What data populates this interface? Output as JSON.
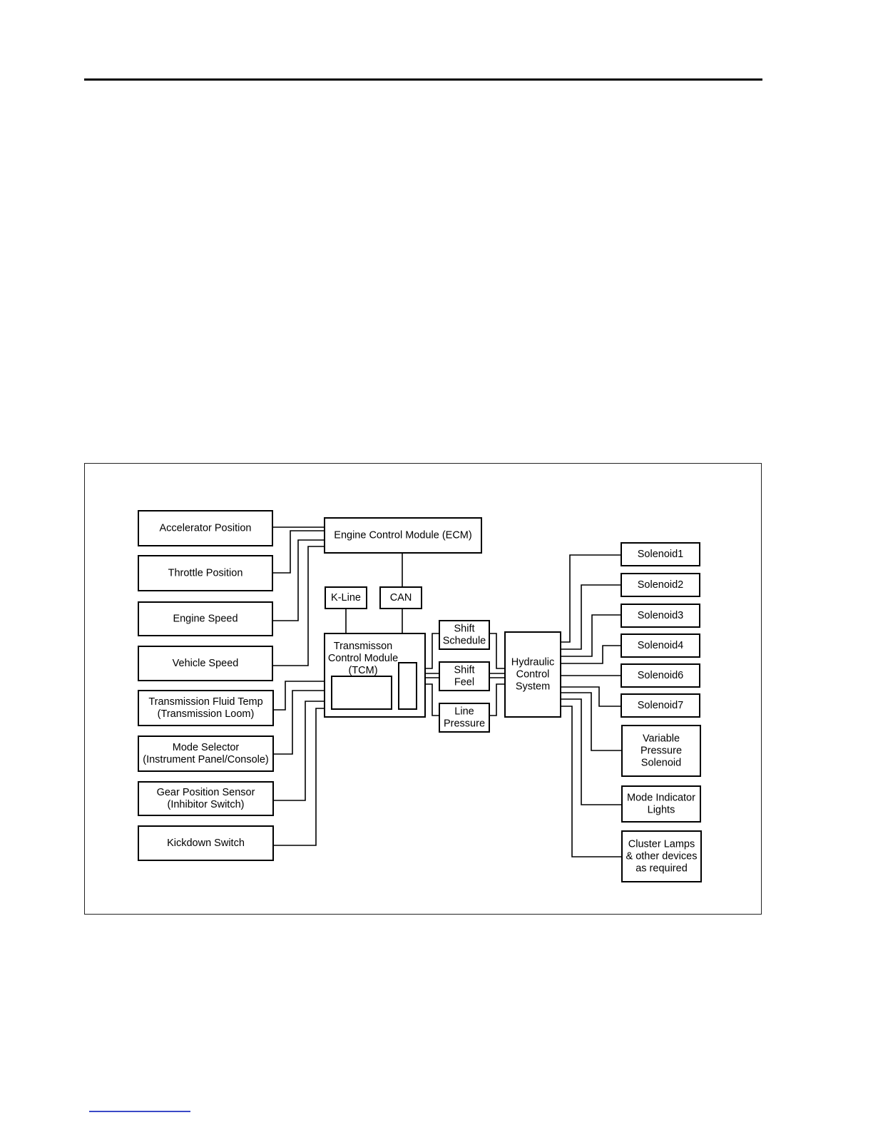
{
  "diagram": {
    "ecm": [
      "Engine Control Module (ECM)"
    ],
    "kline": [
      "K-Line"
    ],
    "can": [
      "CAN"
    ],
    "tcm": [
      "Transmisson",
      "Control Module",
      "(TCM)"
    ],
    "shift_schedule": [
      "Shift",
      "Schedule"
    ],
    "shift_feel": [
      "Shift",
      "Feel"
    ],
    "line_pressure": [
      "Line",
      "Pressure"
    ],
    "hydraulic": [
      "Hydraulic",
      "Control",
      "System"
    ],
    "inputs": [
      [
        "Accelerator Position"
      ],
      [
        "Throttle Position"
      ],
      [
        "Engine Speed"
      ],
      [
        "Vehicle Speed"
      ],
      [
        "Transmission Fluid Temp",
        "(Transmission Loom)"
      ],
      [
        "Mode Selector",
        "(Instrument Panel/Console)"
      ],
      [
        "Gear Position Sensor",
        "(Inhibitor Switch)"
      ],
      [
        "Kickdown Switch"
      ]
    ],
    "outputs": [
      [
        "Solenoid1"
      ],
      [
        "Solenoid2"
      ],
      [
        "Solenoid3"
      ],
      [
        "Solenoid4"
      ],
      [
        "Solenoid6"
      ],
      [
        "Solenoid7"
      ],
      [
        "Variable",
        "Pressure",
        "Solenoid"
      ],
      [
        "Mode Indicator",
        "Lights"
      ],
      [
        "Cluster Lamps",
        "& other devices",
        "as required"
      ]
    ]
  }
}
